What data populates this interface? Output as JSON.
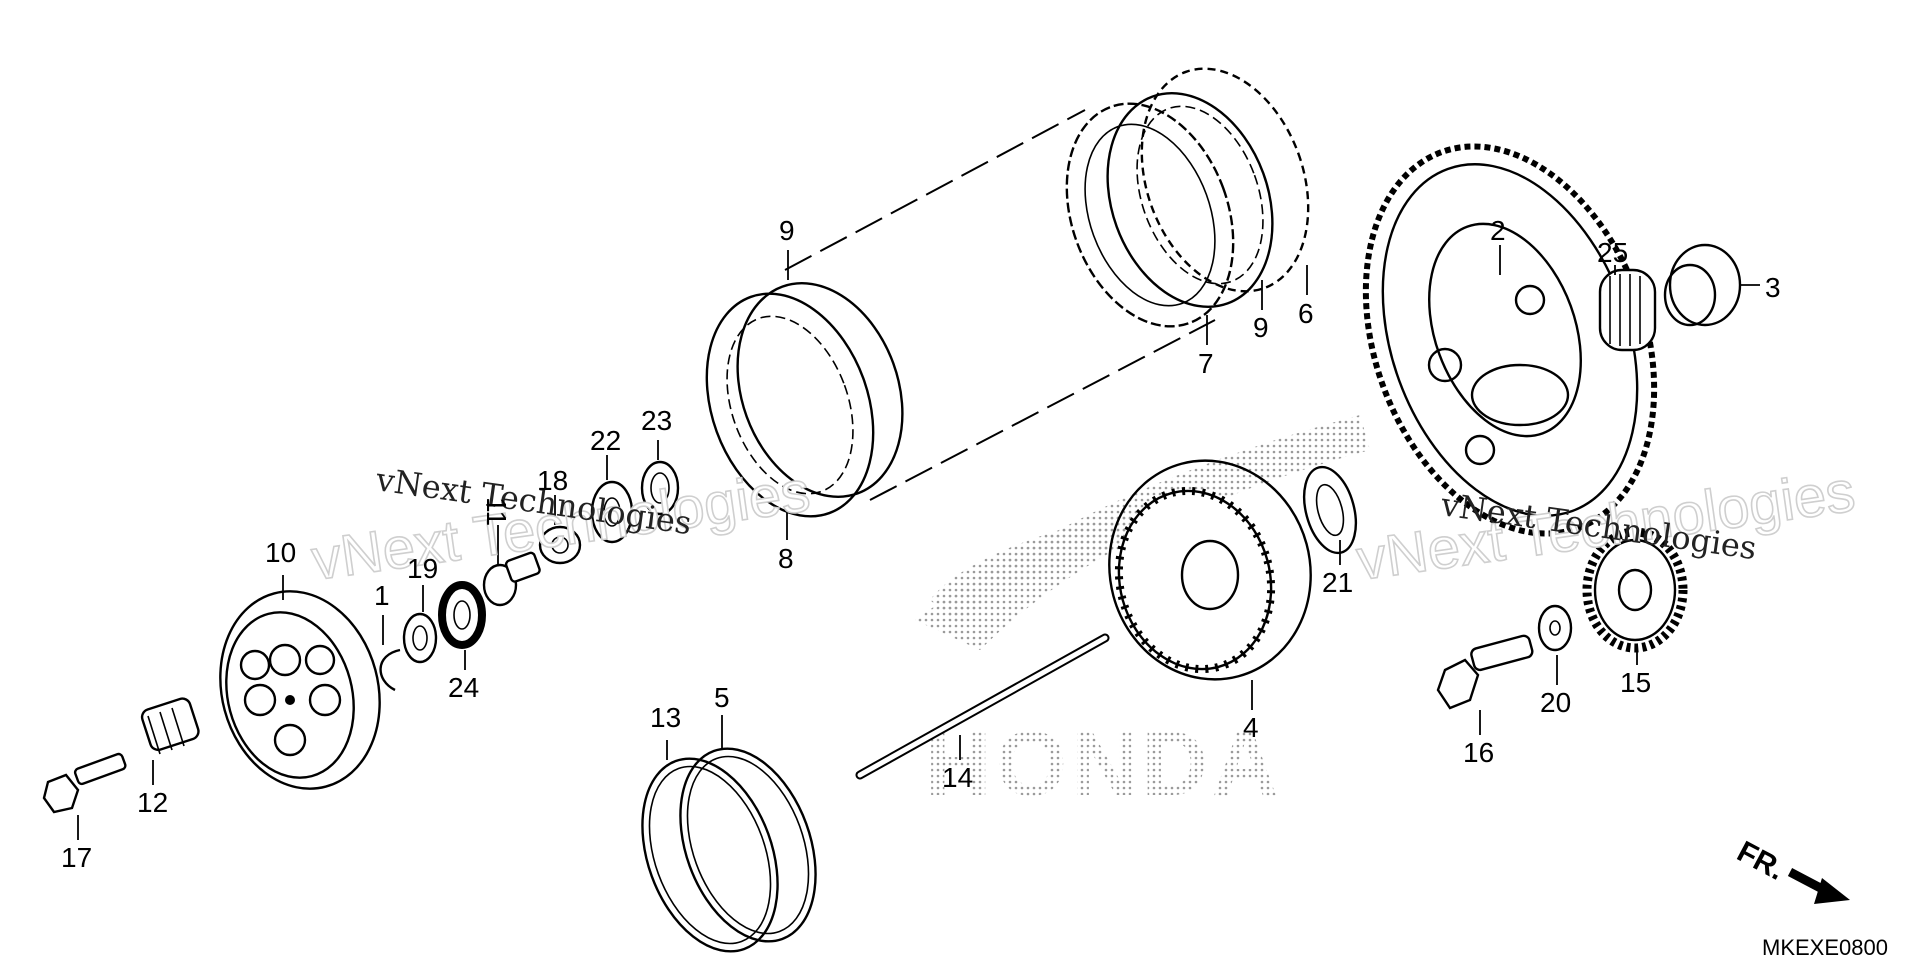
{
  "diagram": {
    "callouts": [
      "1",
      "2",
      "3",
      "4",
      "5",
      "6",
      "7",
      "8",
      "9",
      "9",
      "10",
      "11",
      "12",
      "13",
      "14",
      "15",
      "16",
      "17",
      "18",
      "19",
      "20",
      "21",
      "22",
      "23",
      "24",
      "25"
    ],
    "drawing_code": "MKEXE0800",
    "direction_label": "FR.",
    "watermark_brand": "HONDA",
    "watermark_text": [
      "vNext Technologies",
      "vNext Technologies",
      "vNext Technologies",
      "vNext Technologies"
    ]
  }
}
